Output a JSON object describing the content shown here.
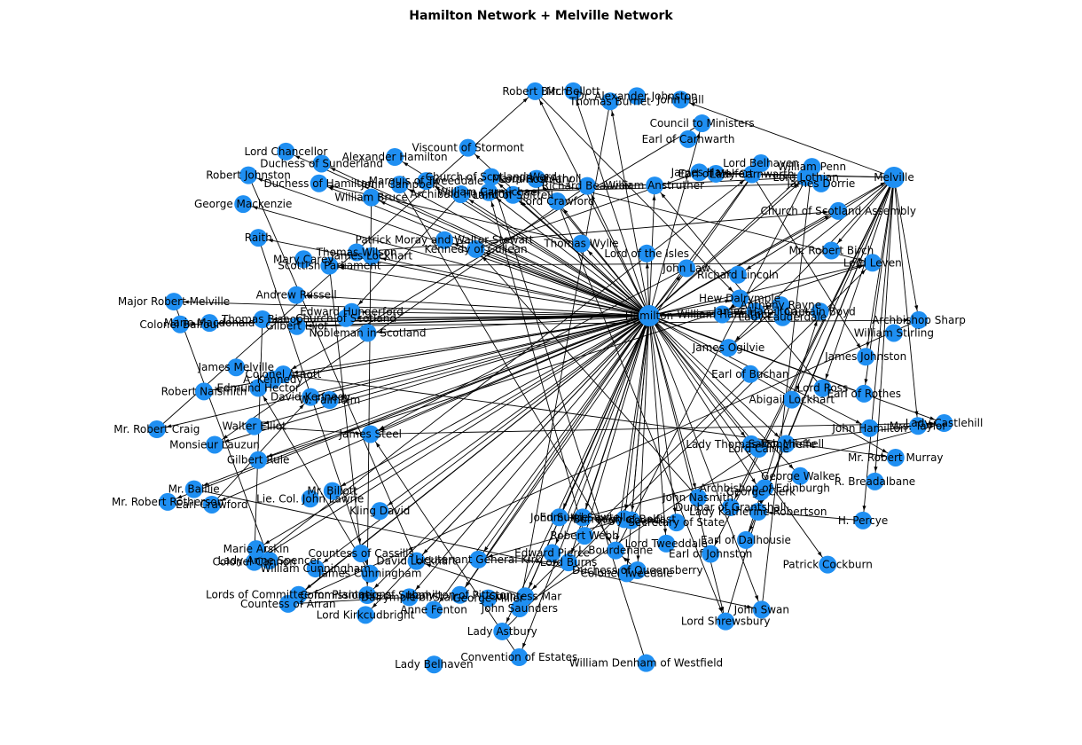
{
  "graph": {
    "title": "Hamilton Network + Melville Network",
    "node_color": "#1f8ff2",
    "edge_color": "#000000",
    "hubs": [
      "Hamilton",
      "Melville"
    ],
    "nodes": [
      "Abigail Lockhart",
      "Lady Castlehill",
      "John Hamilton",
      "Mrs. Taylor",
      "Mr. Robert Murray",
      "Sarah Mitchell",
      "Lady Thomas Moncrieffe",
      "Lord Cairne",
      "R. Breadalbane",
      "H. Percye",
      "George Walker",
      "George Clerk",
      "Archbishop of Edinburgh",
      "Patrick Cockburn",
      "Lady Katherine Robertson",
      "John Nasmith",
      "Dunbar of Grantshall",
      "Earl of Dalhousie",
      "Earl of Johnston",
      "Secretary of State",
      "John Swan",
      "Lord Tweeddale",
      "Lord Shrewsbury",
      "Privy Council",
      "Burrough of Belfast",
      "Duchess of Queensberry",
      "J. Bourdenane",
      "Colonel Tweedale",
      "William Denham of Westfield",
      "Edmund Sawtell",
      "Robert Webb",
      "John Suttie",
      "Lord Burns",
      "Edward Pierce",
      "Countess Mar",
      "Convention of Estates",
      "Lady Astbury",
      "John Saunders",
      "George Miller",
      "Lieutenant General Kirk",
      "Lady Belhaven",
      "Hamilton of Pittston",
      "Dalrymple of Stair",
      "Anne Fenton",
      "David Lockhart",
      "Commissioners of Supply",
      "Lord Kirkcudbright",
      "Countess of Cassilis",
      "James Cunningham",
      "Lords of Committee for Plantations",
      "William Cunningham",
      "Countess of Arran",
      "Kling David",
      "Lady Anne Spencer",
      "Colonel Cannon",
      "Marie Arskin",
      "Lie. Col. John Lawrie",
      "Mr. Billott",
      "Earl Crawford",
      "Mr. Robert Rotherson",
      "Mr. Baillie",
      "James Steel",
      "Gilbert Rule",
      "Monsieur Lauzun",
      "Walter Elliot",
      "Mr. Robert Craig",
      "W. Fairholm",
      "David Kennedy",
      "Edmund Hector",
      "Robert Naismith",
      "A. Kennedy",
      "Colonel Arnott",
      "James Melville",
      "Marie Macdonald",
      "Colonel Balfour",
      "Gilbert Eliot",
      "Thomas Bishop",
      "Major Robert Melville",
      "Nobleman in Scotland",
      "Andrew Russell",
      "Church of Scotland",
      "Edward Hungerford",
      "Raith",
      "Scottish Parliament",
      "Mary Carey",
      "Thomas Wilson",
      "George Mackenzie",
      "Robert Johnston",
      "James Lockhart",
      "Lord Chancellor",
      "Duchess of Hamilton",
      "Duchess of Sunderland",
      "William Bruce",
      "John Campbell",
      "Alexander Hamilton",
      "Patrick Moray and Walter Stewart",
      "Kennedy of Cullean",
      "Marquis of Tweeddale",
      "Archibald Hamilton",
      "Viscount of Stormont",
      "William Carmichael",
      "Church of Scotland Ward",
      "Laird of Spittell",
      "Robert Birch",
      "Lord Rosmary",
      "Lord Crawford",
      "Marquis of Atholl",
      "Mr. Bellott",
      "Thomas Wylie",
      "Richard Beauvoir",
      "Thomas Burnet",
      "Dr. Alexander Johnston",
      "John Hall",
      "William Anstruther",
      "Council to Ministers",
      "Earl of Carnwarth",
      "James Hay",
      "Lord of the Isles",
      "Lady Carnwarth",
      "Earl of Melfort",
      "Lord Belhaven",
      "William Penn",
      "Lord Lothian",
      "John Law",
      "James Dorrie",
      "Richard Lincoln",
      "Church of Scotland Assembly",
      "Mr. Robert Birch",
      "Hew Dalrymple",
      "Lord Leven",
      "James Hamilton",
      "William Hamilton",
      "Anthony Rayne",
      "Captain Boyd",
      "Lady Lauderdale",
      "Archbishop Sharp",
      "James Ogilvie",
      "William Stirling",
      "James Johnston",
      "Earl of Buchan",
      "Lord Ross",
      "Earl of Rothes"
    ]
  }
}
